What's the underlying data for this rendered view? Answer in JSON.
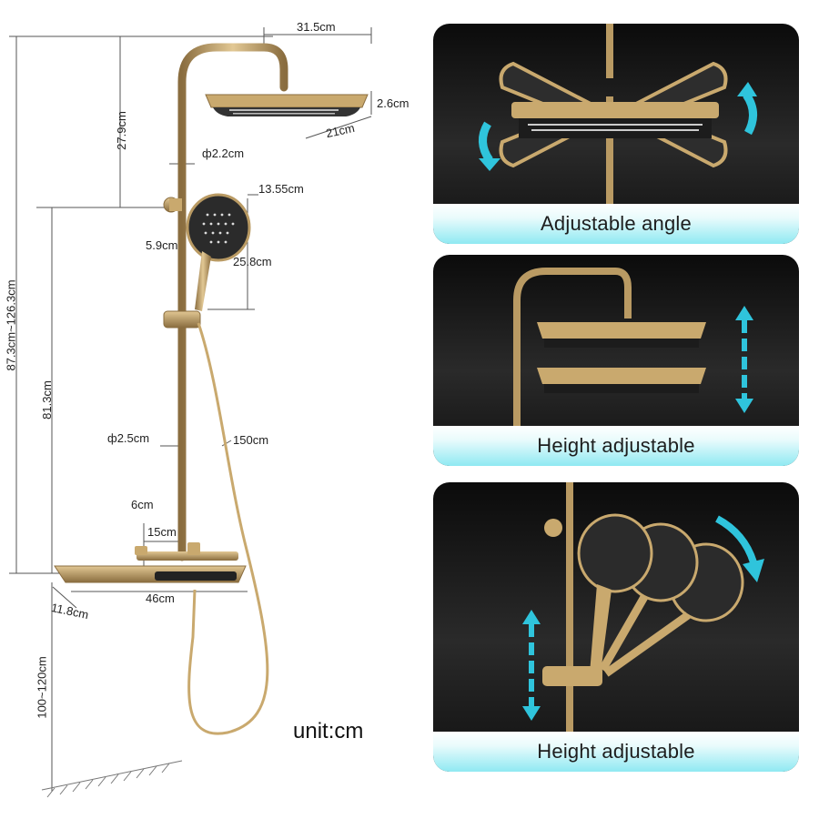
{
  "dimensions": {
    "head_width": "31.5cm",
    "head_depth": "21cm",
    "head_thickness": "2.6cm",
    "arm_height": "27.9cm",
    "pipe_small": "ф2.2cm",
    "handheld_width": "13.55cm",
    "handheld_offset": "5.9cm",
    "handheld_length": "25.8cm",
    "total_height": "87.3cm~126.3cm",
    "rail_height": "81.3cm",
    "pipe_large": "ф2.5cm",
    "hose_length": "150cm",
    "valve_height": "6cm",
    "valve_spacing": "15cm",
    "shelf_width": "46cm",
    "shelf_depth": "11.8cm",
    "install_height": "100~120cm"
  },
  "unit_label": "unit:cm",
  "panels": [
    {
      "caption": "Adjustable angle"
    },
    {
      "caption": "Height adjustable"
    },
    {
      "caption": "Height adjustable"
    }
  ],
  "colors": {
    "brass": "#b99a63",
    "brass_dark": "#8a6d3f",
    "arrow": "#2fc4dc",
    "panel_bg": "#1a1a1a"
  }
}
